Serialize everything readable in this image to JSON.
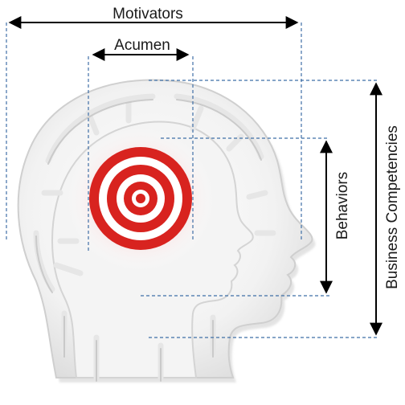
{
  "labels": {
    "motivators": "Motivators",
    "acumen": "Acumen",
    "behaviors": "Behaviors",
    "business_competencies": "Business Competencies"
  },
  "colors": {
    "target_red": "#d8231f",
    "guide_blue": "#3f6fa6",
    "maze_gray": "#dcdcdc"
  }
}
